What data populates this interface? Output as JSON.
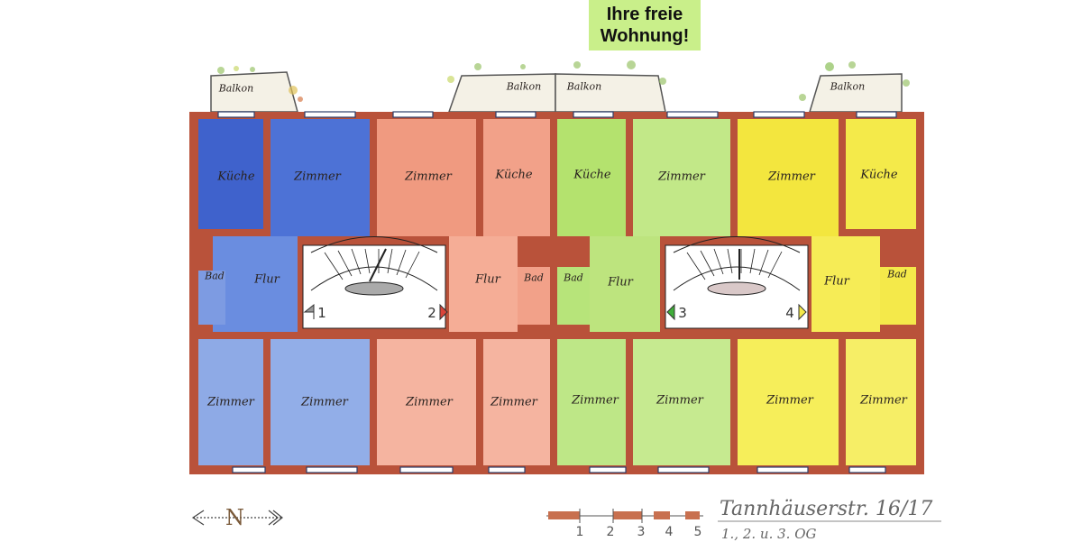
{
  "headline": {
    "line1": "Ihre freie",
    "line2": "Wohnung!",
    "background": "#c9ef8a"
  },
  "colors": {
    "wall": "#b9523a",
    "apartment_1": "#5a7fd9",
    "apartment_2": "#f2a189",
    "apartment_3": "#b7e47a",
    "apartment_4": "#f4e94a",
    "balcony": "#f4f1e6",
    "stair": "#ffffff"
  },
  "balconies": [
    {
      "label": "Balkon"
    },
    {
      "label": "Balkon"
    },
    {
      "label": "Balkon"
    },
    {
      "label": "Balkon"
    }
  ],
  "apartments": [
    {
      "number": "1",
      "rooms": {
        "top_left": "Küche",
        "top_right": "Zimmer",
        "hall": "Flur",
        "bath": "Bad",
        "bottom_left": "Zimmer",
        "bottom_right": "Zimmer"
      }
    },
    {
      "number": "2",
      "rooms": {
        "top_left": "Zimmer",
        "top_right": "Küche",
        "hall": "Flur",
        "bath": "Bad",
        "bottom_left": "Zimmer",
        "bottom_right": "Zimmer"
      }
    },
    {
      "number": "3",
      "rooms": {
        "top_left": "Küche",
        "top_right": "Zimmer",
        "hall": "Flur",
        "bath": "Bad",
        "bottom_left": "Zimmer",
        "bottom_right": "Zimmer"
      }
    },
    {
      "number": "4",
      "rooms": {
        "top_left": "Zimmer",
        "top_right": "Küche",
        "hall": "Flur",
        "bath": "Bad",
        "bottom_left": "Zimmer",
        "bottom_right": "Zimmer"
      }
    }
  ],
  "north_arrow": {
    "label": "N"
  },
  "scale_bar": {
    "ticks": [
      "1",
      "2",
      "3",
      "4",
      "5"
    ]
  },
  "address": {
    "street": "Tannhäuserstr. 16/17",
    "floors": "1., 2. u. 3. OG"
  }
}
